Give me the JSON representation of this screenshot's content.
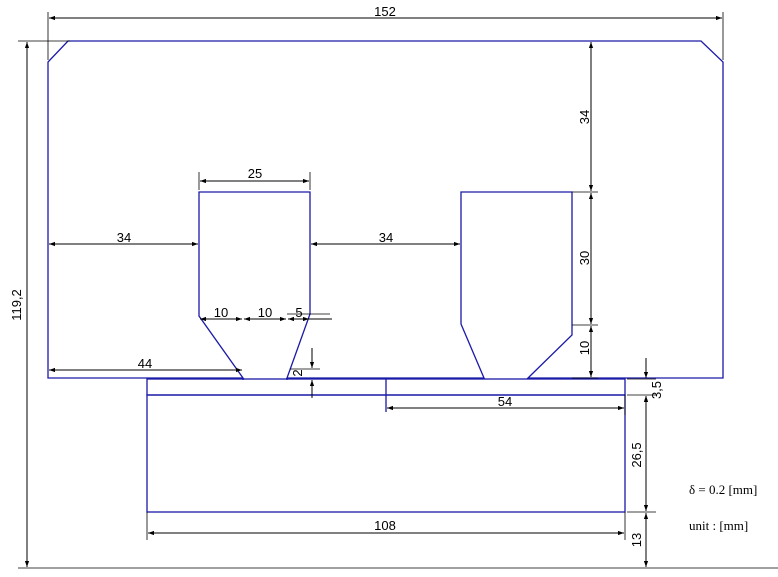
{
  "dimensions": {
    "overall_width": "152",
    "overall_height": "119,2",
    "top_to_slot": "34",
    "slot_top_width": "25",
    "left_margin": "34",
    "gap_between": "34",
    "slot_height": "30",
    "bevel_height": "10",
    "bevel_a": "10",
    "bevel_b": "10",
    "bevel_c": "5",
    "left_to_gap": "44",
    "gap_depth": "2",
    "plate_half": "54",
    "layer_thickness": "3,5",
    "plate_height": "26,5",
    "plate_width": "108",
    "bottom_margin": "13"
  },
  "notes": {
    "delta": "δ = 0.2 [mm]",
    "unit": "unit : [mm]"
  },
  "colors": {
    "part": "#1a1aa8",
    "dimension": "#000000"
  }
}
